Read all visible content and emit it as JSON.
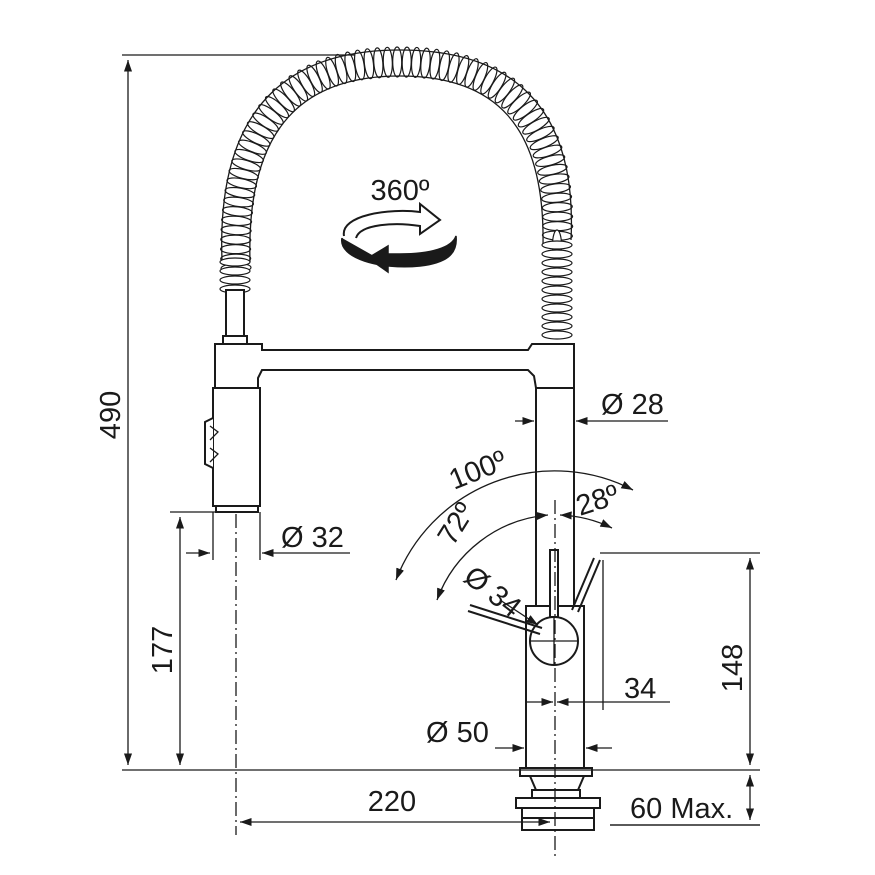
{
  "diagram": {
    "rotation_label": "360º",
    "dimensions": {
      "total_height": "490",
      "spout_height": "177",
      "lever_height": "148",
      "spray_diameter": "Ø 32",
      "body_diameter": "Ø 28",
      "lever_diameter": "Ø 34",
      "base_diameter": "Ø 50",
      "body_offset": "34",
      "reach": "220",
      "max_thickness": "60 Max."
    },
    "angles": {
      "total": "100º",
      "forward": "72º",
      "back": "28º"
    }
  }
}
